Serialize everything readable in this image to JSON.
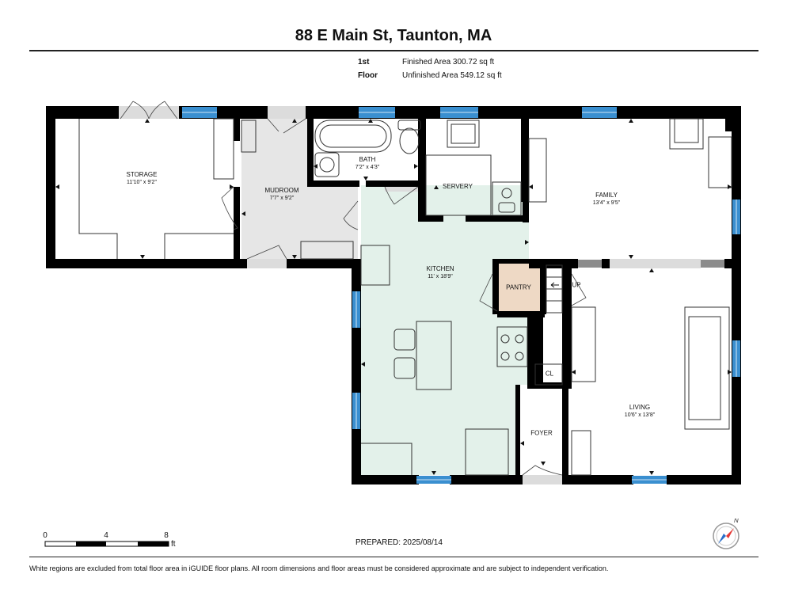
{
  "header": {
    "title": "88 E Main St, Taunton, MA",
    "floor_label": "1st Floor",
    "finished_area": "Finished Area 300.72 sq ft",
    "unfinished_area": "Unfinished Area 549.12 sq ft"
  },
  "rooms": {
    "storage": {
      "name": "STORAGE",
      "dims": "11'10\" x 9'2\""
    },
    "mudroom": {
      "name": "MUDROOM",
      "dims": "7'7\" x 9'2\""
    },
    "bath": {
      "name": "BATH",
      "dims": "7'2\" x 4'3\""
    },
    "servery": {
      "name": "SERVERY"
    },
    "family": {
      "name": "FAMILY",
      "dims": "13'4\" x 9'5\""
    },
    "kitchen": {
      "name": "KITCHEN",
      "dims": "11' x 18'9\""
    },
    "pantry": {
      "name": "PANTRY"
    },
    "living": {
      "name": "LIVING",
      "dims": "10'6\" x 13'8\""
    },
    "foyer": {
      "name": "FOYER"
    },
    "closet": {
      "name": "CL"
    },
    "stairs": {
      "name": "UP"
    }
  },
  "scale_bar": {
    "labels": [
      "0",
      "4",
      "8"
    ],
    "unit": "ft"
  },
  "compass": {
    "label": "N",
    "icon": "compass-icon"
  },
  "prepared": "PREPARED: 2025/08/14",
  "footer": "White regions are excluded from total floor area in iGUIDE floor plans. All room dimensions and floor areas must be considered approximate and are subject to independent verification.",
  "colors": {
    "wall": "#000000",
    "window": "#3a8fd0",
    "finished_fill": "#e3f1ea",
    "unfinished_fill": "#e6e6e6",
    "pantry_fill": "#eed9c5",
    "fixture_line": "#333333",
    "compass_red": "#e53935",
    "compass_blue": "#2a6fc9"
  }
}
